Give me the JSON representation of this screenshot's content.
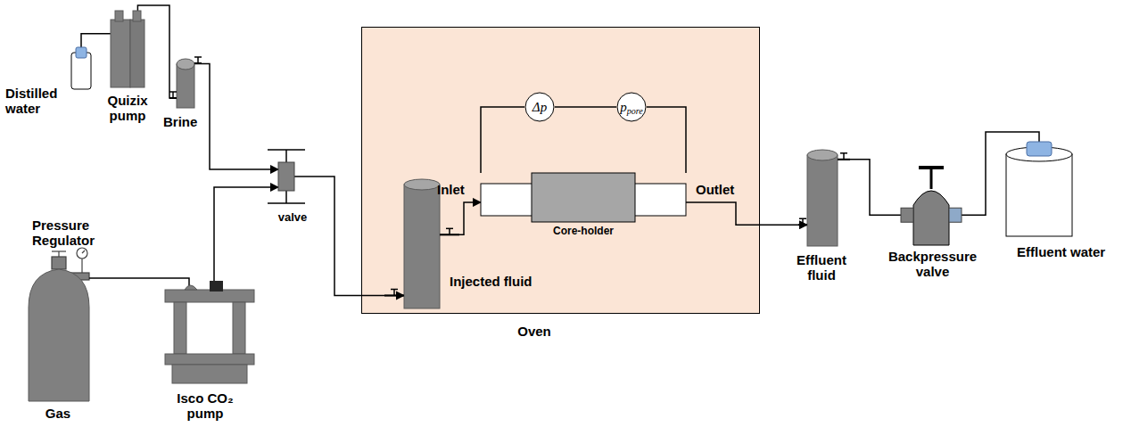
{
  "diagram": {
    "nodes": [
      {
        "text": [
          "Oven"
        ]
      },
      {
        "text": [
          "Injected fluid"
        ],
        "in": 0
      },
      {
        "text": [
          "Core-holder"
        ],
        "in": 0
      },
      {
        "text": [
          "Δp"
        ],
        "in": 0
      },
      {
        "text": [
          "p",
          "pore"
        ],
        "in": 0
      },
      {
        "text": [
          "Distilled water"
        ]
      },
      {
        "text": [
          "Quizix pump"
        ]
      },
      {
        "text": [
          "Brine"
        ]
      },
      {
        "text": [
          "valve"
        ]
      },
      {
        "text": [
          "Gas"
        ]
      },
      {
        "text": [
          "Isco CO₂ pump"
        ]
      },
      {
        "text": [
          "Effluent fluid"
        ]
      },
      {
        "text": [
          "Backpressure valve"
        ]
      },
      {
        "text": [
          "Effluent water"
        ]
      }
    ],
    "edges": [
      {
        "from": 5,
        "to": 6,
        "arrow": "none"
      },
      {
        "from": 6,
        "to": 7,
        "arrow": "none"
      },
      {
        "from": 7,
        "to": 8,
        "arrow": "to"
      },
      {
        "from": 9,
        "to": 10,
        "arrow": "none"
      },
      {
        "from": 10,
        "to": 8,
        "arrow": "to"
      },
      {
        "from": 8,
        "to": 1,
        "arrow": "to"
      },
      {
        "from": 1,
        "to": 2,
        "label": "Inlet",
        "arrow": "to"
      },
      {
        "from": 2,
        "to": 11,
        "label": "Outlet",
        "arrow": "to"
      },
      {
        "from": 2,
        "to": 3,
        "arrow": "none"
      },
      {
        "from": 3,
        "to": 4,
        "arrow": "none"
      },
      {
        "from": 4,
        "to": 2,
        "arrow": "none"
      },
      {
        "from": 11,
        "to": 12,
        "arrow": "none"
      },
      {
        "from": 12,
        "to": 13,
        "arrow": "none"
      }
    ],
    "labels": [
      "Pressure Regulator"
    ]
  }
}
